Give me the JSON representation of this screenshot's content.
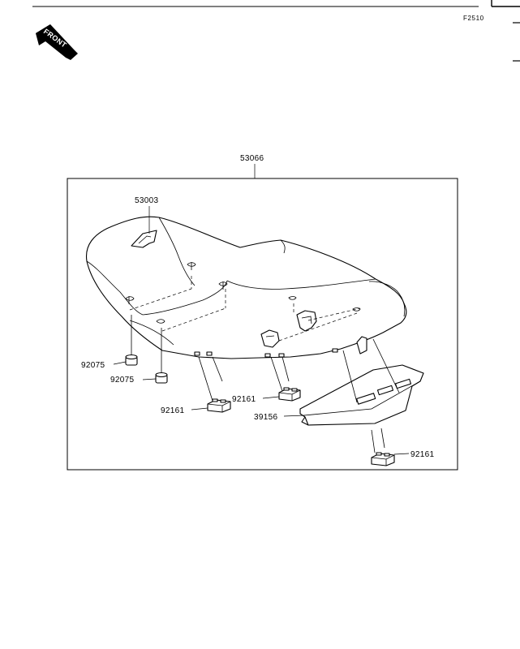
{
  "figure_id": "F2510",
  "front_label": "FRONT",
  "parts": {
    "seat_assy": "53066",
    "seat_cover": "53003",
    "damper_upper": "92075",
    "damper_lower": "92075",
    "stopper_left": "92161",
    "stopper_middle": "92161",
    "stopper_right": "92161",
    "pad": "39156"
  }
}
